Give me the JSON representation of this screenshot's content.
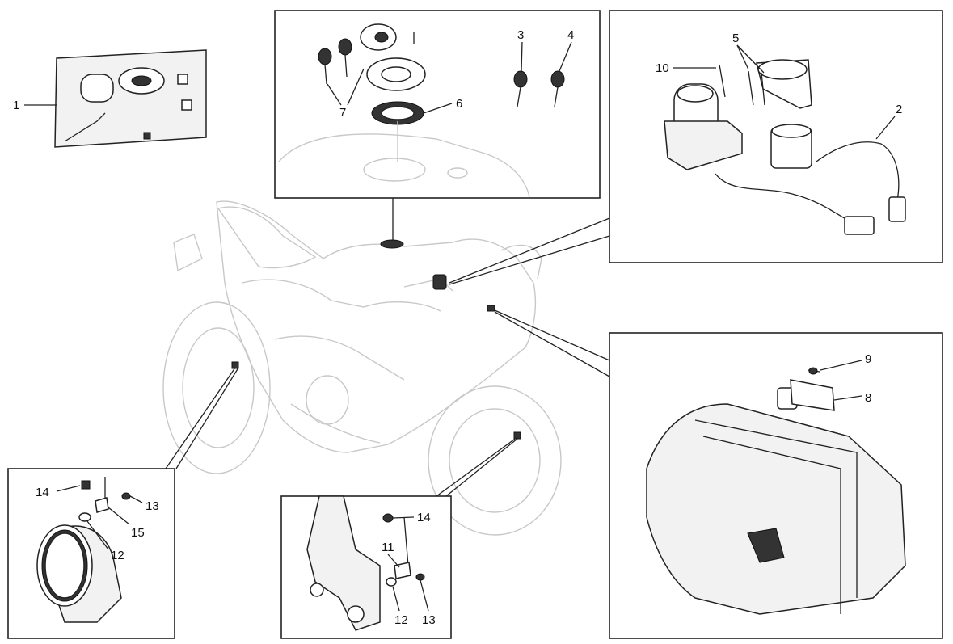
{
  "callouts": {
    "c1": "1",
    "c2": "2",
    "c3": "3",
    "c4": "4",
    "c5": "5",
    "c6": "6",
    "c7": "7",
    "c8": "8",
    "c9": "9",
    "c10": "10",
    "c11": "11",
    "c12a": "12",
    "c12b": "12",
    "c13a": "13",
    "c13b": "13",
    "c14a": "14",
    "c14b": "14",
    "c15": "15"
  }
}
